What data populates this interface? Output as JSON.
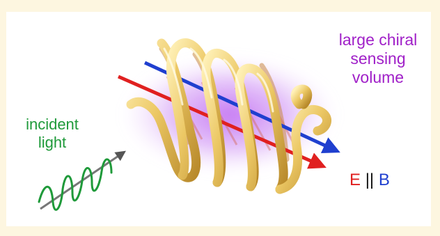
{
  "labels": {
    "sensing_volume": [
      "large chiral",
      "sensing",
      "volume"
    ],
    "incident_light": [
      "incident",
      "light"
    ],
    "field_E": "E",
    "parallel": "||",
    "field_B": "B"
  },
  "colors": {
    "background_frame": "#fdf6e0",
    "panel": "#ffffff",
    "gold": "#e9c45a",
    "glow": "#b34df0",
    "e_arrow": "#e02020",
    "b_arrow": "#1f3fcf",
    "wave": "#1f9a3a",
    "wave_axis": "#777777",
    "sensing_text": "#a020c8",
    "incident_text": "#1f9a3a"
  }
}
